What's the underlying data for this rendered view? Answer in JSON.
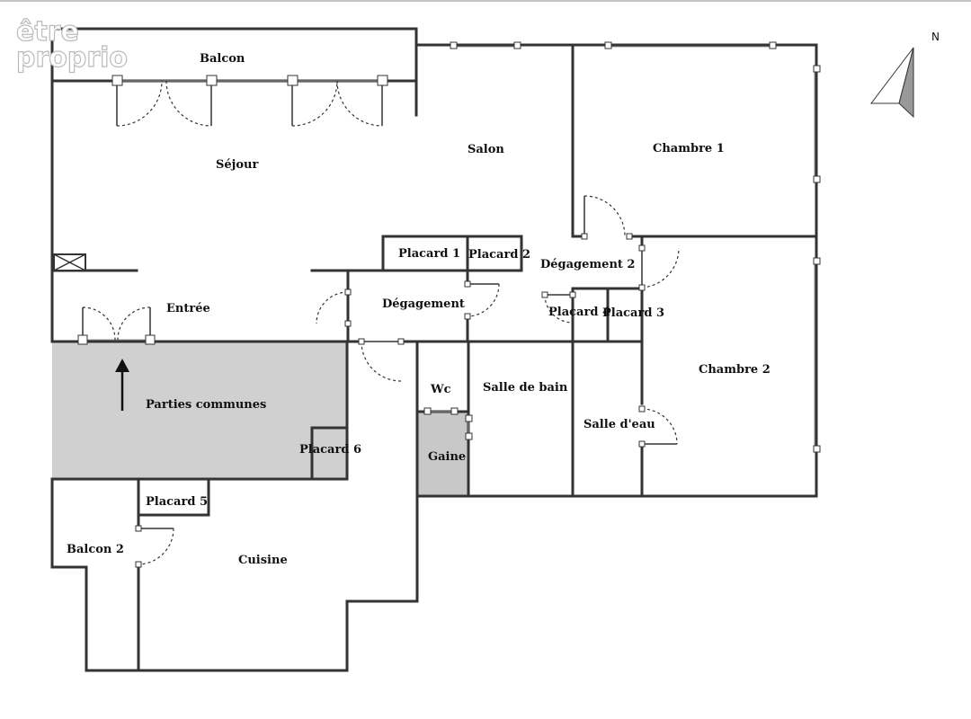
{
  "logo": {
    "line1": "être",
    "line2": "proprio"
  },
  "compass": {
    "label": "N"
  },
  "rooms": {
    "balcon": "Balcon",
    "sejour": "Séjour",
    "salon": "Salon",
    "chambre1": "Chambre 1",
    "placard1": "Placard 1",
    "placard2": "Placard 2",
    "degagement2": "Dégagement 2",
    "entree": "Entrée",
    "degagement": "Dégagement",
    "placard4": "Placard 4",
    "placard3": "Placard 3",
    "chambre2": "Chambre 2",
    "wc": "Wc",
    "salle_de_bain": "Salle de bain",
    "parties_communes": "Parties communes",
    "salle_deau": "Salle d'eau",
    "placard6": "Placard 6",
    "gaine": "Gaine",
    "placard5": "Placard 5",
    "balcon2": "Balcon 2",
    "cuisine": "Cuisine"
  },
  "colors": {
    "wall": "#333333",
    "shaded_area": "#d0d0d0"
  }
}
